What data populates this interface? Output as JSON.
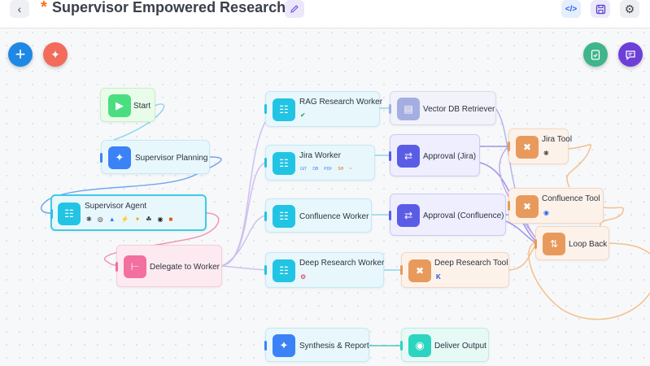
{
  "header": {
    "unsaved_marker": "*",
    "title": "Supervisor Empowered Research"
  },
  "icons": {
    "back": "chevron-left-icon",
    "edit": "pencil-icon",
    "code": "code-icon",
    "save": "save-icon",
    "settings": "gear-icon",
    "add": "plus-icon",
    "magic": "sparkles-icon",
    "validate": "clipboard-check-icon",
    "chat": "chat-bubble-icon"
  },
  "nodes": {
    "start": "Start",
    "supervisor_planning": "Supervisor Planning",
    "supervisor_agent": "Supervisor Agent",
    "delegate_to_worker": "Delegate to Worker",
    "rag_research_worker": "RAG Research Worker",
    "vector_db_retriever": "Vector DB Retriever",
    "jira_worker": "Jira Worker",
    "approval_jira": "Approval (Jira)",
    "jira_tool": "Jira Tool",
    "confluence_worker": "Confluence Worker",
    "approval_confluence": "Approval (Confluence)",
    "confluence_tool": "Confluence Tool",
    "loop_back": "Loop Back",
    "deep_research_worker": "Deep Research Worker",
    "deep_research_tool": "Deep Research Tool",
    "synthesis_report": "Synthesis & Report",
    "deliver_output": "Deliver Output"
  },
  "tool_badges": {
    "jira_worker": [
      "GIT",
      "DB",
      "PDF",
      "SH",
      "~"
    ],
    "supervisor_agent": [
      "tool-1",
      "tool-2",
      "tool-3",
      "tool-4",
      "tool-5",
      "tool-6",
      "tool-7",
      "tool-8"
    ]
  },
  "colors": {
    "accent": "#6d5ce8",
    "plus_fab": "#1e88e5",
    "magic_fab": "#f26b5b",
    "validate_fab": "#3fb58a",
    "chat_fab": "#6d3fd8"
  }
}
